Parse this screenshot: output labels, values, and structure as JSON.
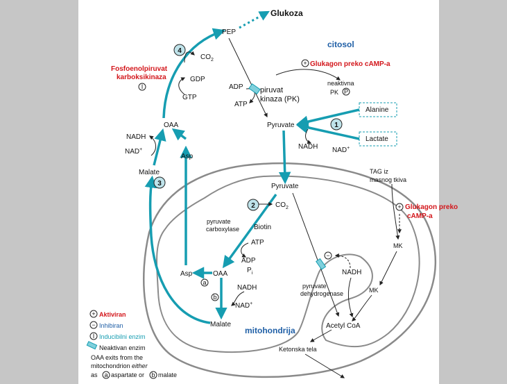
{
  "colors": {
    "teal": "#169db1",
    "red": "#d3161b",
    "blue": "#1f5fa6",
    "membrane": "#8a8a8a"
  },
  "labels": {
    "glukoza": "Glukoza",
    "pep": "PEP",
    "citosol": "citosol",
    "co2": "CO",
    "co2_sub": "2",
    "gdp": "GDP",
    "gtp": "GTP",
    "pepck_line1": "Fosfoenolpiruvat",
    "pepck_line2": "karboksikinaza",
    "glukagon_top": "Glukagon preko cAMP-a",
    "adp": "ADP",
    "atp": "ATP",
    "piruvat": "piruvat",
    "kinaza": "kinaza (PK)",
    "neaktivna": "neaktivna",
    "pk": "PK",
    "alanine": "Alanine",
    "lactate": "Lactate",
    "pyruvate": "Pyruvate",
    "nadh": "NADH",
    "nad": "NAD",
    "oaa": "OAA",
    "asp": "Asp",
    "malate": "Malate",
    "tag_line1": "TAG iz",
    "tag_line2": "masnog tkiva",
    "glukagon_right_line1": "Glukagon preko",
    "glukagon_right_line2": "cAMP-a",
    "pyruvate_carboxylase_line1": "pyruvate",
    "pyruvate_carboxylase_line2": "carboxylase",
    "biotin": "Biotin",
    "pi": "P",
    "pi_sub": "i",
    "mk": "MK",
    "pdh_line1": "pyruvate",
    "pdh_line2": "dehydrogenase",
    "acetylcoa": "Acetyl CoA",
    "ketonska": "Ketonska tela",
    "mitohondrija": "mitohondrija",
    "legend_aktiviran": "Aktiviran",
    "legend_inhibiran": "Inhibiran",
    "legend_inducibilni": "Inducibilni enzim",
    "legend_neaktivan": "Neaktivan enzim",
    "footnote_line1": "OAA exits from the",
    "footnote_line2": "mitochondrion ",
    "footnote_either": "either",
    "footnote_as": "as",
    "footnote_aspartate": "aspartate or",
    "footnote_malate": "malate",
    "num_1": "1",
    "num_2": "2",
    "num_3": "3",
    "num_4": "4",
    "sym_plus": "+",
    "sym_minus": "−",
    "sym_P": "P",
    "sym_I": "I",
    "sym_a": "a",
    "sym_b": "b"
  }
}
